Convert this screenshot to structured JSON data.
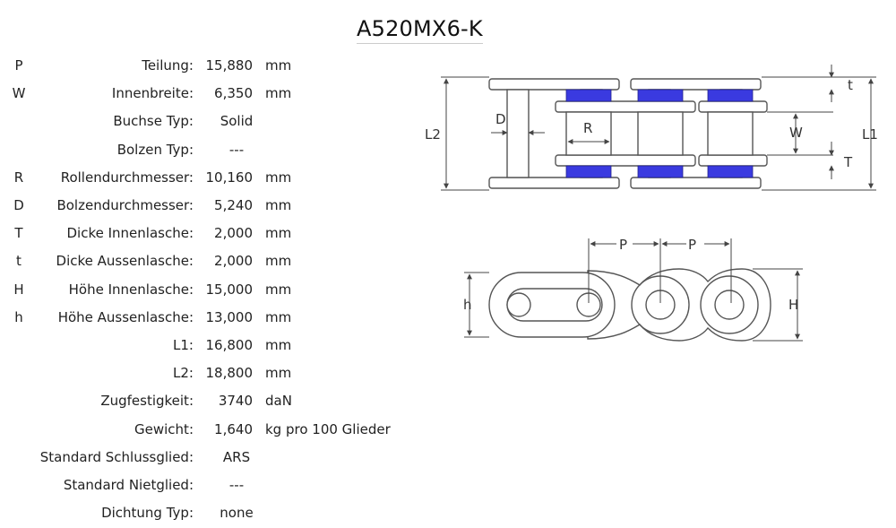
{
  "title": "A520MX6-K",
  "specs": [
    {
      "symbol": "P",
      "label": "Teilung:",
      "value": "15,880",
      "unit": "mm"
    },
    {
      "symbol": "W",
      "label": "Innenbreite:",
      "value": "6,350",
      "unit": "mm"
    },
    {
      "symbol": "",
      "label": "Buchse Typ:",
      "value": "Solid",
      "unit": ""
    },
    {
      "symbol": "",
      "label": "Bolzen Typ:",
      "value": "---",
      "unit": ""
    },
    {
      "symbol": "R",
      "label": "Rollendurchmesser:",
      "value": "10,160",
      "unit": "mm"
    },
    {
      "symbol": "D",
      "label": "Bolzendurchmesser:",
      "value": "5,240",
      "unit": "mm"
    },
    {
      "symbol": "T",
      "label": "Dicke Innenlasche:",
      "value": "2,000",
      "unit": "mm"
    },
    {
      "symbol": "t",
      "label": "Dicke Aussenlasche:",
      "value": "2,000",
      "unit": "mm"
    },
    {
      "symbol": "H",
      "label": "Höhe Innenlasche:",
      "value": "15,000",
      "unit": "mm"
    },
    {
      "symbol": "h",
      "label": "Höhe Aussenlasche:",
      "value": "13,000",
      "unit": "mm"
    },
    {
      "symbol": "",
      "label": "L1:",
      "value": "16,800",
      "unit": "mm"
    },
    {
      "symbol": "",
      "label": "L2:",
      "value": "18,800",
      "unit": "mm"
    },
    {
      "symbol": "",
      "label": "Zugfestigkeit:",
      "value": "3740",
      "unit": "daN"
    },
    {
      "symbol": "",
      "label": "Gewicht:",
      "value": "1,640",
      "unit": "kg pro 100 Glieder"
    },
    {
      "symbol": "",
      "label": "Standard Schlussglied:",
      "value": "ARS",
      "unit": ""
    },
    {
      "symbol": "",
      "label": "Standard Nietglied:",
      "value": "---",
      "unit": ""
    },
    {
      "symbol": "",
      "label": "Dichtung Typ:",
      "value": "none",
      "unit": ""
    }
  ],
  "diagram_labels": {
    "D": "D",
    "R": "R",
    "L2": "L2",
    "L1": "L1",
    "W": "W",
    "t": "t",
    "T": "T",
    "P1": "P",
    "P2": "P",
    "h": "h",
    "H": "H"
  },
  "colors": {
    "seal_blue": "#3a3ae0",
    "line": "#555555",
    "dim_line": "#444444"
  }
}
